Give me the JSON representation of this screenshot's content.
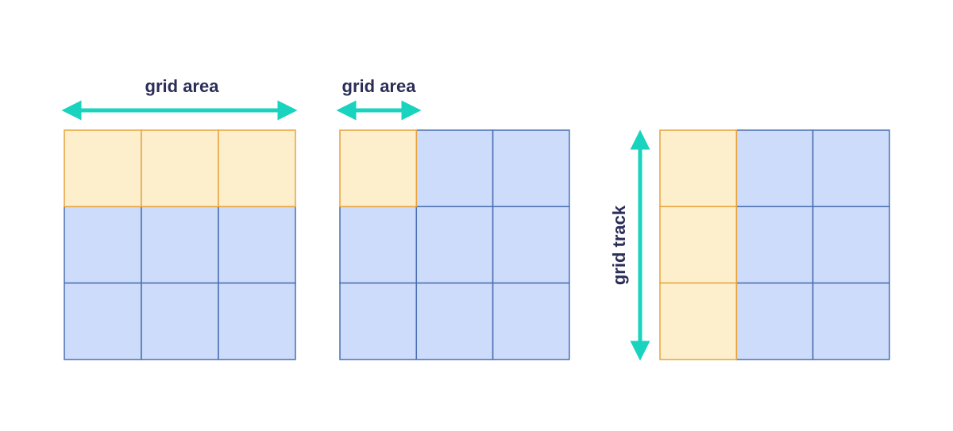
{
  "colors": {
    "background": "#ffffff",
    "label": "#2b2e57",
    "arrow": "#18d3bd",
    "cell_blue_fill": "#cddcfa",
    "cell_blue_stroke": "#4a6fb0",
    "cell_yellow_fill": "#fdefcb",
    "cell_yellow_stroke": "#e7a33e"
  },
  "diagrams": [
    {
      "label": "grid area",
      "arrow": "horizontal-double",
      "rows": 3,
      "cols": 3,
      "highlighted": [
        [
          0,
          0
        ],
        [
          0,
          1
        ],
        [
          0,
          2
        ]
      ]
    },
    {
      "label": "grid area",
      "arrow": "horizontal-double",
      "rows": 3,
      "cols": 3,
      "highlighted": [
        [
          0,
          0
        ]
      ]
    },
    {
      "label": "grid track",
      "arrow": "vertical-double",
      "rows": 3,
      "cols": 3,
      "highlighted": [
        [
          0,
          0
        ],
        [
          1,
          0
        ],
        [
          2,
          0
        ]
      ]
    }
  ]
}
